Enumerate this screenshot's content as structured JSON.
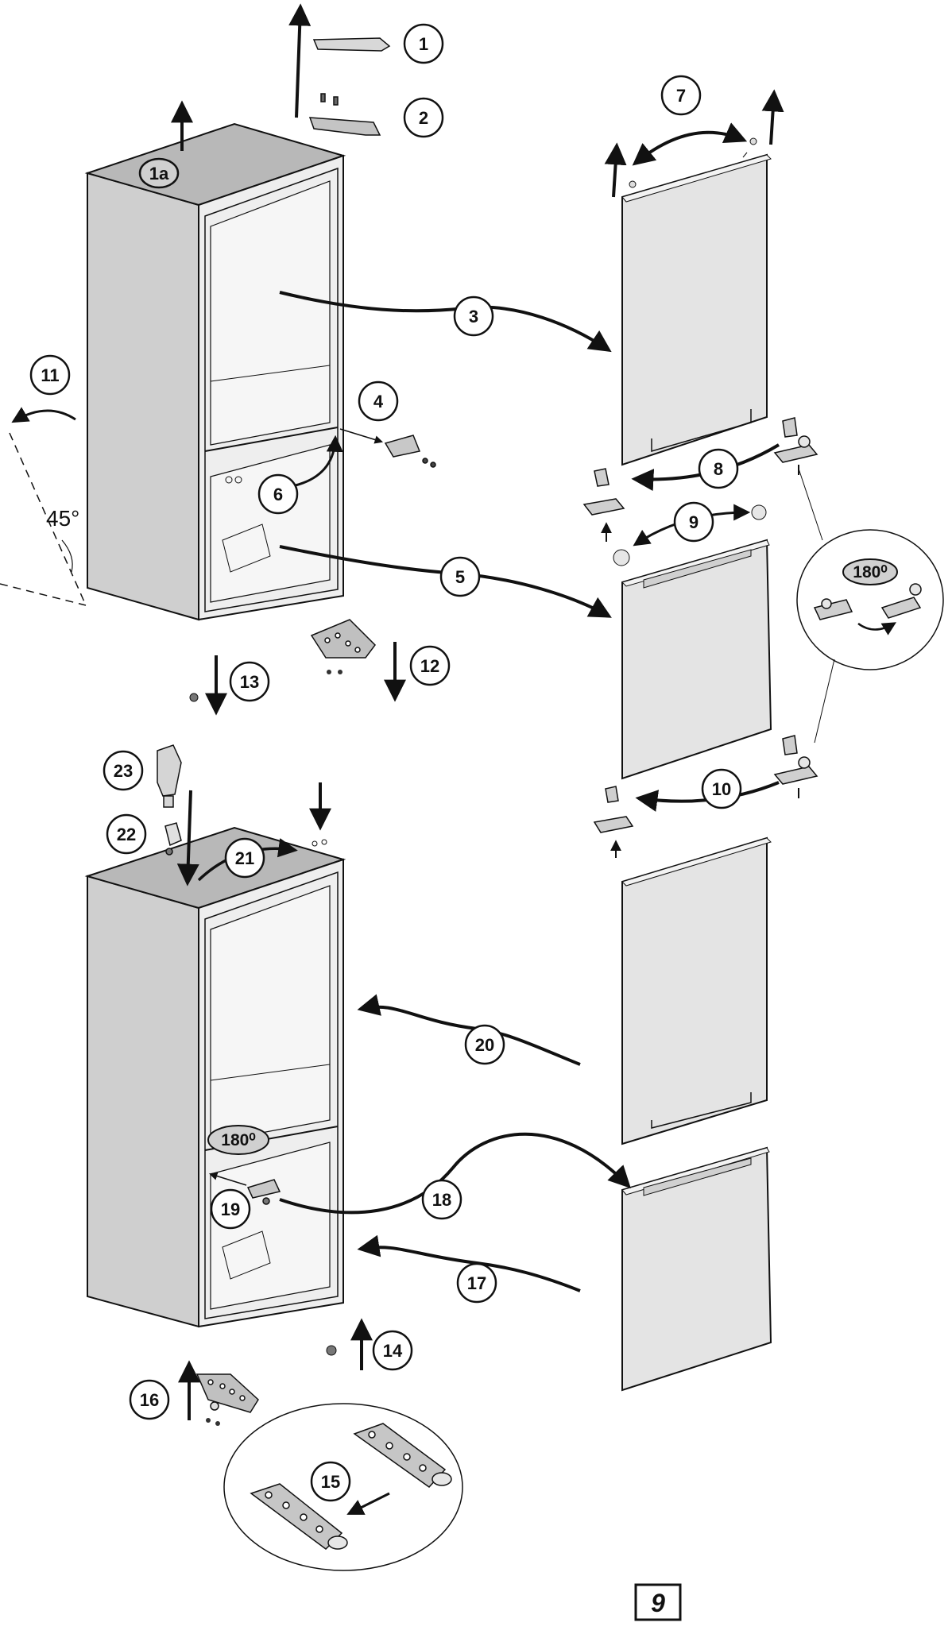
{
  "steps": {
    "s1": "1",
    "s1a": "1a",
    "s2": "2",
    "s3": "3",
    "s4": "4",
    "s5": "5",
    "s6": "6",
    "s7": "7",
    "s8": "8",
    "s9": "9",
    "s10": "10",
    "s11": "11",
    "s12": "12",
    "s13": "13",
    "s14": "14",
    "s15": "15",
    "s16": "16",
    "s17": "17",
    "s18": "18",
    "s19": "19",
    "s20": "20",
    "s21": "21",
    "s22": "22",
    "s23": "23"
  },
  "rotation_labels": {
    "hinge_detail": "180⁰",
    "lower_hinge": "180⁰"
  },
  "tilt_angle": "45°",
  "page_number": "9",
  "colors": {
    "ink": "#111111",
    "cabinet_side": "#cfcfcf",
    "cabinet_top": "#b8b8b8",
    "door_face": "#e4e4e4",
    "label_fill": "#d0d0d0"
  }
}
